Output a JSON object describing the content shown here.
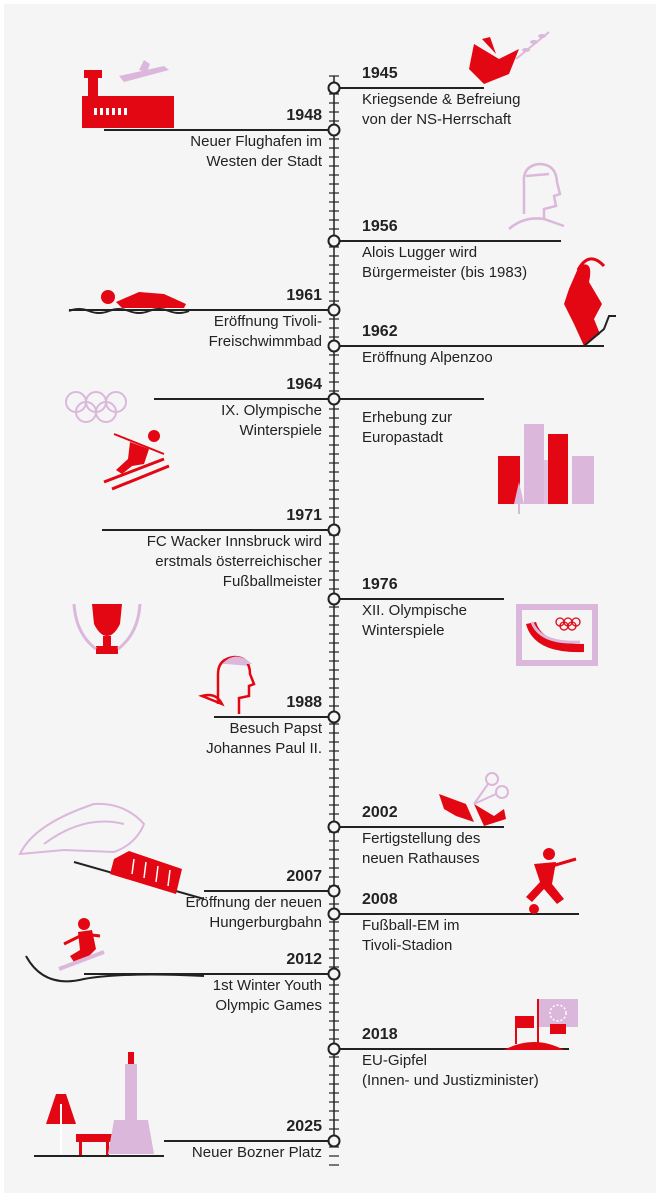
{
  "colors": {
    "red": "#e30613",
    "pink": "#dcb7dc",
    "axis": "#222222",
    "background": "#f5f5f5"
  },
  "events": [
    {
      "key": "e1945",
      "side": "right",
      "year": "1945",
      "text": "Kriegsende & Befreiung\nvon der NS-Herrschaft",
      "icon": "dove-olive-branch-icon"
    },
    {
      "key": "e1948",
      "side": "left",
      "year": "1948",
      "text": "Neuer Flughafen im\nWesten der Stadt",
      "icon": "airport-plane-icon"
    },
    {
      "key": "e1956",
      "side": "right",
      "year": "1956",
      "text": "Alois Lugger wird\nBürgermeister (bis 1983)",
      "icon": "mayor-portrait-icon"
    },
    {
      "key": "e1961",
      "side": "left",
      "year": "1961",
      "text": "Eröffnung Tivoli-\nFreischwimmbad",
      "icon": "swimmer-icon"
    },
    {
      "key": "e1962",
      "side": "right",
      "year": "1962",
      "text": "Eröffnung Alpenzoo",
      "icon": "ibex-icon"
    },
    {
      "key": "e1964a",
      "side": "left",
      "year": "1964",
      "text": "IX. Olympische\nWinterspiele",
      "icon": "olympic-skier-icon"
    },
    {
      "key": "e1964b",
      "side": "right",
      "year": "",
      "text": "Erhebung zur\nEuropastadt",
      "icon": "city-buildings-icon"
    },
    {
      "key": "e1971",
      "side": "left",
      "year": "1971",
      "text": "FC Wacker Innsbruck wird\nerstmals österreichischer\nFußballmeister",
      "icon": "trophy-laurel-icon"
    },
    {
      "key": "e1976",
      "side": "right",
      "year": "1976",
      "text": "XII. Olympische\nWinterspiele",
      "icon": "olympic-stamp-icon"
    },
    {
      "key": "e1988",
      "side": "left",
      "year": "1988",
      "text": "Besuch Papst\nJohannes Paul II.",
      "icon": "pope-icon"
    },
    {
      "key": "e2002",
      "side": "right",
      "year": "2002",
      "text": "Fertigstellung des\nneuen Rathauses",
      "icon": "ribbon-scissors-icon"
    },
    {
      "key": "e2007",
      "side": "left",
      "year": "2007",
      "text": "Eröffnung der neuen\nHungerburgbahn",
      "icon": "funicular-icon"
    },
    {
      "key": "e2008",
      "side": "right",
      "year": "2008",
      "text": "Fußball-EM im\nTivoli-Stadion",
      "icon": "football-player-icon"
    },
    {
      "key": "e2012",
      "side": "left",
      "year": "2012",
      "text": "1st Winter Youth\nOlympic Games",
      "icon": "snowboarder-icon"
    },
    {
      "key": "e2018",
      "side": "right",
      "year": "2018",
      "text": "EU-Gipfel\n(Innen- und Justizminister)",
      "icon": "eu-flag-summit-icon"
    },
    {
      "key": "e2025",
      "side": "left",
      "year": "2025",
      "text": "Neuer Bozner Platz",
      "icon": "bozner-platz-icon"
    }
  ]
}
